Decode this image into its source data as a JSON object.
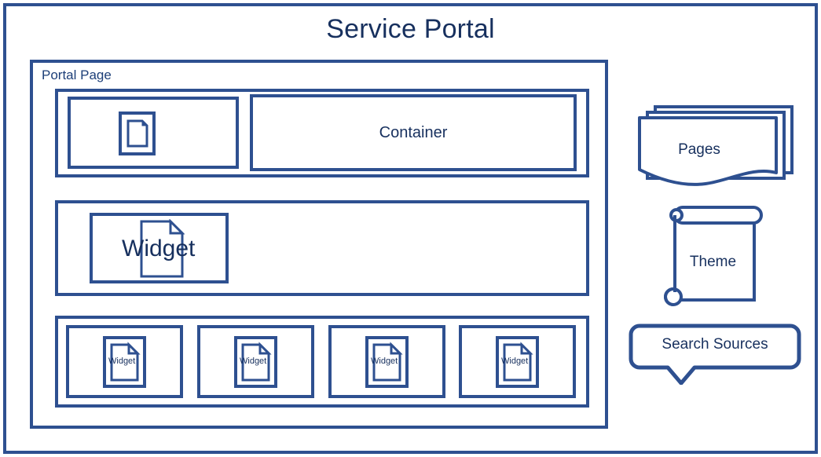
{
  "diagram": {
    "title": "Service Portal",
    "border_color": "#2e5090",
    "text_color": "#17305e",
    "background": "#ffffff"
  },
  "portal_page": {
    "label": "Portal Page",
    "rows": [
      {
        "name": "row-top",
        "cells": [
          {
            "label": "",
            "icon": "document-icon"
          },
          {
            "label": "Container",
            "icon": ""
          }
        ]
      },
      {
        "name": "row-middle",
        "cells": [
          {
            "label": "Widget",
            "icon": "document-icon"
          }
        ]
      },
      {
        "name": "row-bottom",
        "cells": [
          {
            "label": "Widget",
            "icon": "document-icon"
          },
          {
            "label": "Widget",
            "icon": "document-icon"
          },
          {
            "label": "Widget",
            "icon": "document-icon"
          },
          {
            "label": "Widget",
            "icon": "document-icon"
          }
        ]
      }
    ]
  },
  "palette": {
    "items": [
      {
        "label": "Pages",
        "icon": "multi-document-icon"
      },
      {
        "label": "Theme",
        "icon": "scroll-icon"
      },
      {
        "label": "Search Sources",
        "icon": "callout-icon"
      }
    ]
  }
}
